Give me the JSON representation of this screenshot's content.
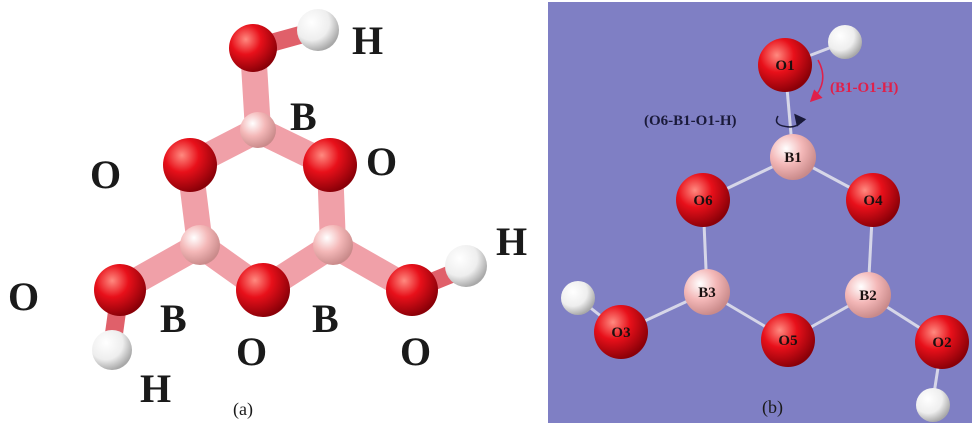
{
  "panel_a": {
    "caption": "(a)",
    "labels": {
      "h_top": "H",
      "b_top": "B",
      "o_upper_left": "O",
      "o_upper_right": "O",
      "h_right": "H",
      "o_left": "O",
      "b_lower_left": "B",
      "b_lower_right": "B",
      "o_bottom": "O",
      "o_lower_right": "O",
      "h_bottom": "H"
    }
  },
  "panel_b": {
    "caption": "(b)",
    "background_color": "#7f7fc4",
    "atoms": {
      "O1": "O1",
      "B1": "B1",
      "O6": "O6",
      "O4": "O4",
      "B3": "B3",
      "B2": "B2",
      "O3": "O3",
      "O5": "O5",
      "O2": "O2"
    },
    "annotations": {
      "dihedral": "(O6-B1-O1-H)",
      "angle": "(B1-O1-H)"
    }
  },
  "colors": {
    "oxygen": "#e8101a",
    "boron": "#f4b8b8",
    "hydrogen": "#f2f2f2",
    "angle_accent": "#e0204a"
  }
}
